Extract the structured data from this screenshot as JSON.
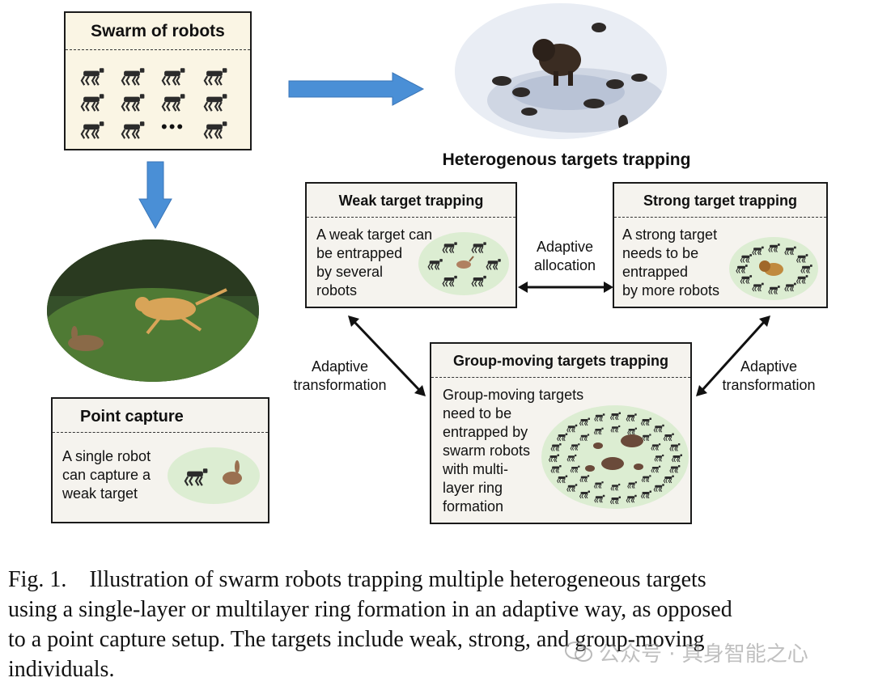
{
  "swarm_box": {
    "title": "Swarm of robots",
    "ellipsis": "•••"
  },
  "heterogenous_title": "Heterogenous targets trapping",
  "weak_box": {
    "title": "Weak target trapping",
    "lines": [
      "A weak target can",
      "be entrapped",
      "by several",
      "robots"
    ]
  },
  "strong_box": {
    "title": "Strong target trapping",
    "lines": [
      "A strong target",
      "needs to be",
      "entrapped",
      "by more robots"
    ]
  },
  "group_box": {
    "title": "Group-moving targets trapping",
    "lines": [
      "Group-moving targets",
      "need to be",
      "entrapped by",
      "swarm robots",
      "with multi-",
      "layer ring",
      "formation"
    ]
  },
  "point_box": {
    "title": "Point capture",
    "lines": [
      "A single robot",
      "can capture a",
      "weak target"
    ]
  },
  "arrow_labels": {
    "allocation": [
      "Adaptive",
      "allocation"
    ],
    "transformation_left": [
      "Adaptive",
      "transformation"
    ],
    "transformation_right": [
      "Adaptive",
      "transformation"
    ]
  },
  "caption": {
    "lines": [
      "Fig. 1.    Illustration of swarm robots trapping multiple heterogeneous targets",
      "using a single-layer or multilayer ring formation in an adaptive way, as opposed",
      "to a point capture setup. The targets include weak, strong, and group-moving",
      "individuals."
    ]
  },
  "watermark": {
    "text": "公众号 · 具身智能之心",
    "icon": "wechat-icon"
  },
  "colors": {
    "accent_arrow": "#4a8fd6",
    "box_fill": "#f5f3ee",
    "swarm_fill": "#faf5e4",
    "ellipse_green": "#dcedd2"
  }
}
